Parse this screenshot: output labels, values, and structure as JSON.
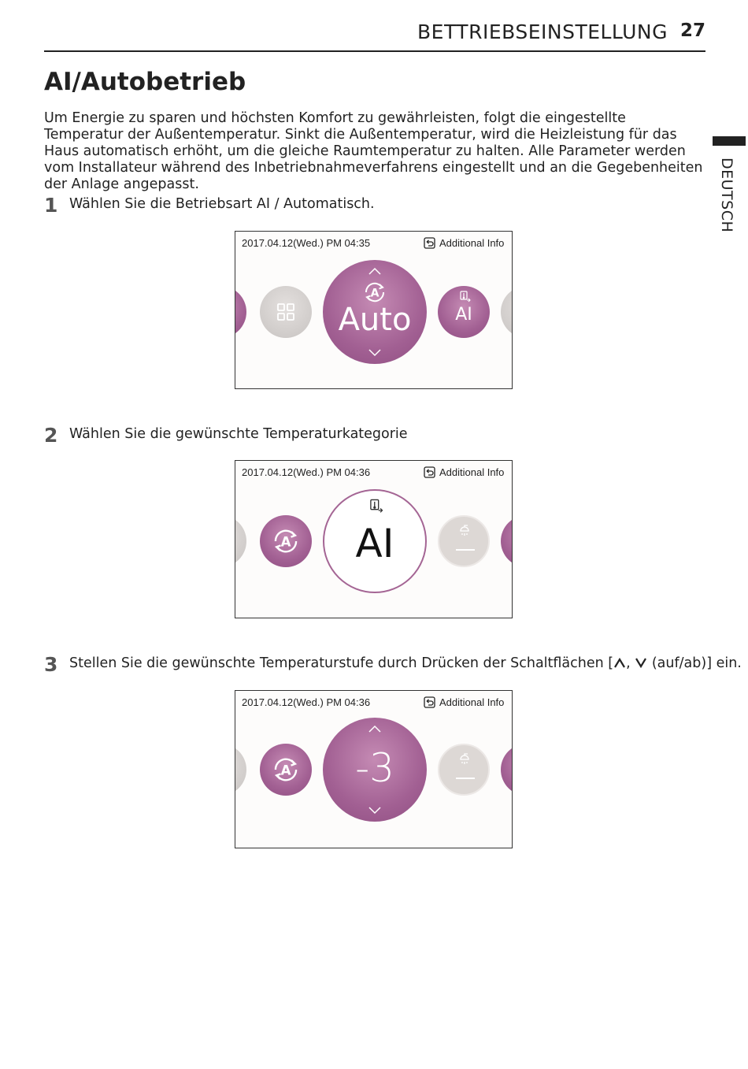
{
  "header": {
    "section": "BETTRIEBSEINSTELLUNG",
    "page_number": "27"
  },
  "title": "AI/Autobetrieb",
  "intro": "Um Energie zu sparen und höchsten Komfort zu gewährleisten, folgt die eingestellte Temperatur der Außentemperatur. Sinkt die Außentemperatur, wird die Heizleistung für das Haus automatisch erhöht, um die gleiche Raumtemperatur zu halten. Alle Parameter werden vom Installateur während des Inbetriebnahmeverfahrens eingestellt und an die Gegebenheiten der Anlage angepasst.",
  "side_tab": "DEUTSCH",
  "steps": [
    {
      "number": "1",
      "text": "Wählen Sie die Betriebsart AI / Automatisch."
    },
    {
      "number": "2",
      "text": "Wählen Sie die gewünschte Temperaturkategorie"
    },
    {
      "number": "3",
      "text_pre": "Stellen Sie die gewünschte Temperaturstufe durch Drücken der Schaltflächen [",
      "text_post": " (auf/ab)] ein."
    }
  ],
  "screens": [
    {
      "datetime": "2017.04.12(Wed.)  PM 04:35",
      "info": "Additional Info",
      "center_label": "Auto",
      "right_label": "AI"
    },
    {
      "datetime": "2017.04.12(Wed.)  PM 04:36",
      "info": "Additional Info",
      "center_label": "AI"
    },
    {
      "datetime": "2017.04.12(Wed.)  PM 04:36",
      "info": "Additional Info",
      "center_label": "-3"
    }
  ],
  "colors": {
    "accent": "#a26093",
    "inactive": "#d0ccca",
    "text": "#222222"
  }
}
